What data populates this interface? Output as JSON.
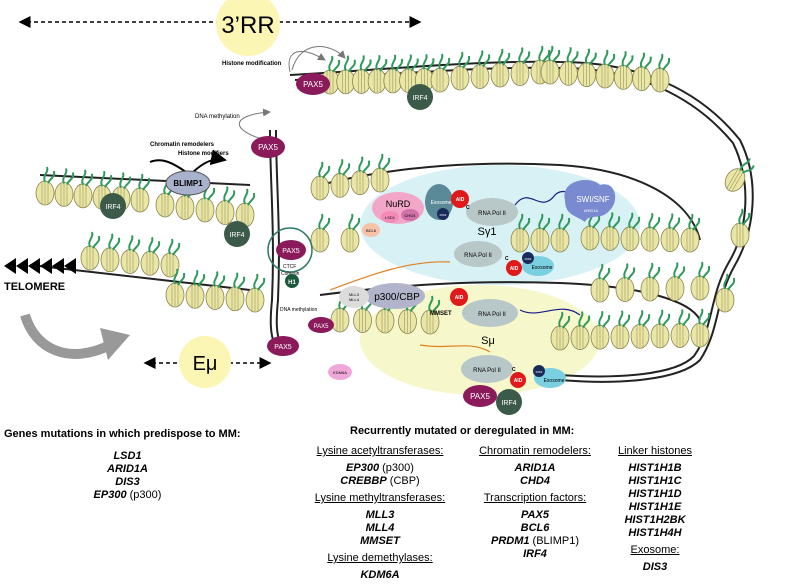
{
  "diagram": {
    "labels": {
      "rr": "3’RR",
      "emu": "Eμ",
      "telomere": "TELOMERE",
      "histone_modification": "Histone modification",
      "dna_methylation_top": "DNA methylation",
      "dna_methylation_bottom": "DNA methylation",
      "chromatin_remodelers": "Chromatin remodelers",
      "histone_modifiers": "Histone modifiers",
      "blimp1": "BLIMP1",
      "irf4": "IRF4",
      "pax5": "PAX5",
      "ctcf_cohesin_1": "CTCF",
      "ctcf_cohesin_2": "Cohesin",
      "h1": "H1",
      "nurd": "NuRD",
      "lsd1": "LSD1",
      "chd4": "CHD4",
      "bcl6": "BCL6",
      "exosome": "Exosome",
      "aid": "AID",
      "rna_pol_ii": "RNA Pol II",
      "swi_snf": "SWI/SNF",
      "arid1a": "ARID1A",
      "sgamma1": "Sγ1",
      "smu": "Sμ",
      "p300_cbp": "p300/CBP",
      "mll3": "MLL3",
      "mll4": "MLL4",
      "mmset": "MMSET",
      "kdm6a": "KDM6A",
      "c": "C",
      "dis3": "DIS3"
    }
  },
  "left_section": {
    "title": "Genes mutations in which predispose to MM:",
    "genes": [
      {
        "name": "LSD1",
        "note": ""
      },
      {
        "name": "ARID1A",
        "note": ""
      },
      {
        "name": "DIS3",
        "note": ""
      },
      {
        "name": "EP300",
        "note": " (p300)"
      }
    ]
  },
  "right_section": {
    "title": "Recurrently mutated or deregulated in MM:",
    "col1": {
      "groups": [
        {
          "header": "Lysine acetyltransferases:",
          "genes": [
            {
              "name": "EP300",
              "note": " (p300)"
            },
            {
              "name": "CREBBP",
              "note": " (CBP)"
            }
          ]
        },
        {
          "header": "Lysine methyltransferases:",
          "genes": [
            {
              "name": "MLL3",
              "note": ""
            },
            {
              "name": "MLL4",
              "note": ""
            },
            {
              "name": "MMSET",
              "note": ""
            }
          ]
        },
        {
          "header": "Lysine demethylases:",
          "genes": [
            {
              "name": "KDM6A",
              "note": ""
            }
          ]
        }
      ]
    },
    "col2": {
      "groups": [
        {
          "header": "Chromatin remodelers:",
          "genes": [
            {
              "name": "ARID1A",
              "note": ""
            },
            {
              "name": "CHD4",
              "note": ""
            }
          ]
        },
        {
          "header": "Transcription factors:",
          "genes": [
            {
              "name": "PAX5",
              "note": ""
            },
            {
              "name": "BCL6",
              "note": ""
            },
            {
              "name": "PRDM1",
              "note": " (BLIMP1)"
            },
            {
              "name": "IRF4",
              "note": ""
            }
          ]
        }
      ]
    },
    "col3": {
      "groups": [
        {
          "header": "Linker histones",
          "genes": [
            {
              "name": "HIST1H1B",
              "note": ""
            },
            {
              "name": "HIST1H1C",
              "note": ""
            },
            {
              "name": "HIST1H1D",
              "note": ""
            },
            {
              "name": "HIST1H1E",
              "note": ""
            },
            {
              "name": "HIST1H2BK",
              "note": ""
            },
            {
              "name": "HIST1H4H",
              "note": ""
            }
          ]
        },
        {
          "header": "Exosome:",
          "genes": [
            {
              "name": "DIS3",
              "note": ""
            }
          ]
        }
      ]
    }
  },
  "colors": {
    "nucleosome": "#e9e6a6",
    "histone_tail": "#2e9a5a",
    "pax5": "#8a1a5a",
    "irf4": "#3c5a4a",
    "aid": "#e01a1a",
    "rna_pol": "#b8c8c8",
    "sgamma_bubble": "#d4f0f4",
    "smu_bubble": "#f6f6c8",
    "rr_circle": "#fbf6b4"
  }
}
